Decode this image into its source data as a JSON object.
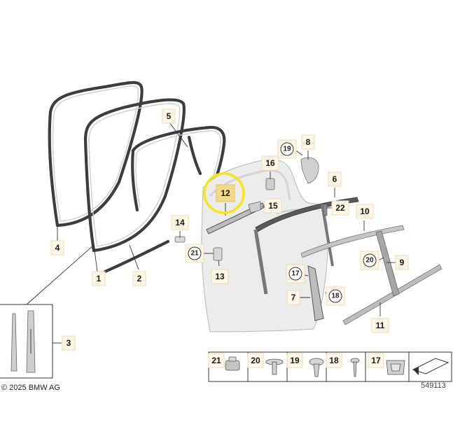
{
  "copyright": "© 2025 BMW AG",
  "document_number": "549113",
  "highlight_color": "#f5e61a",
  "callouts": {
    "c1": "1",
    "c2": "2",
    "c3": "3",
    "c4": "4",
    "c5": "5",
    "c6": "6",
    "c7": "7",
    "c8": "8",
    "c9": "9",
    "c10": "10",
    "c11": "11",
    "c12": "12",
    "c13": "13",
    "c14": "14",
    "c15": "15",
    "c16": "16",
    "c17": "17",
    "c18": "18",
    "c19": "19",
    "c20": "20",
    "c21": "21",
    "c22": "22"
  },
  "legend": [
    {
      "number": "21",
      "icon": "grommet-icon"
    },
    {
      "number": "20",
      "icon": "screw-washer-icon"
    },
    {
      "number": "19",
      "icon": "expanding-rivet-icon"
    },
    {
      "number": "18",
      "icon": "self-tapping-screw-icon"
    },
    {
      "number": "17",
      "icon": "spring-clip-icon"
    }
  ]
}
